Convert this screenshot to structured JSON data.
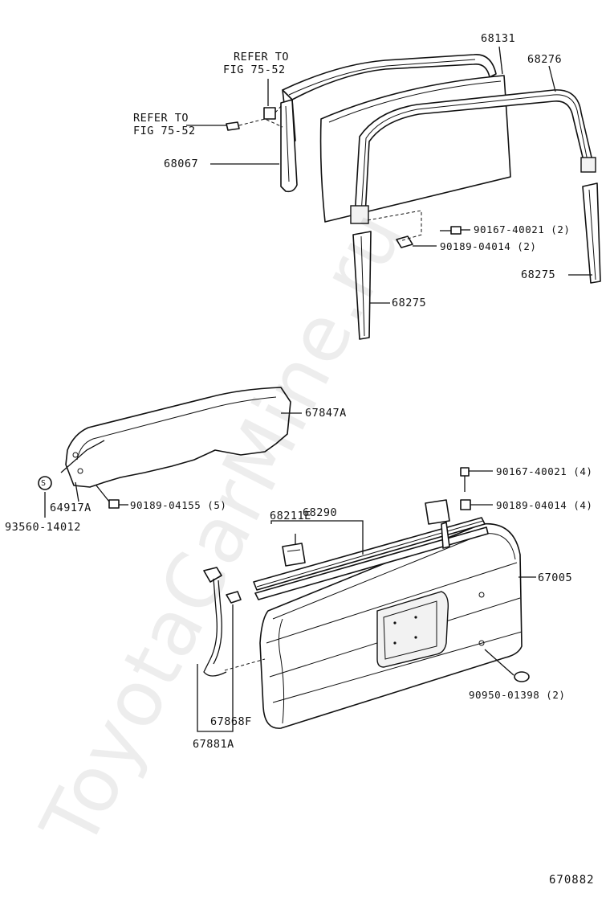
{
  "labels": {
    "refer_top_1": "REFER TO",
    "refer_top_2": "FIG 75-52",
    "refer_left_1": "REFER TO",
    "refer_left_2": "FIG 75-52",
    "p68131": "68131",
    "p68276": "68276",
    "p68067": "68067",
    "p90167a": "90167-40021 (2)",
    "p90189a": "90189-04014 (2)",
    "p68275r": "68275",
    "p68275l": "68275",
    "p67847A": "67847A",
    "p64917A": "64917A",
    "p90189b": "90189-04155 (5)",
    "p93560": "93560-14012",
    "p90167b": "90167-40021 (4)",
    "p90189c": "90189-04014 (4)",
    "p68290": "68290",
    "p68211E": "68211E",
    "p67005": "67005",
    "p90950": "90950-01398 (2)",
    "p67868F": "67868F",
    "p67881A": "67881A"
  },
  "symbol_s": "S",
  "watermark": "ToyotaCarMine.ru",
  "figure_number": "670882"
}
